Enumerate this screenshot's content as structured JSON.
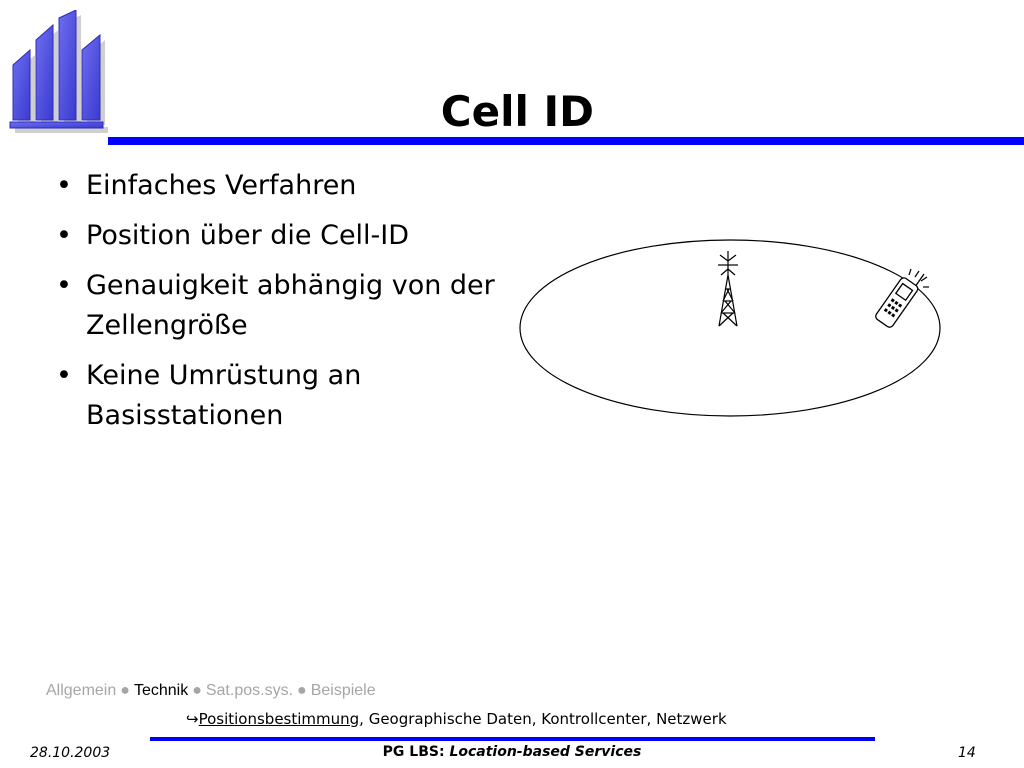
{
  "slide": {
    "title": "Cell ID",
    "bullets": [
      "Einfaches Verfahren",
      "Position über die Cell-ID",
      "Genauigkeit abhängig von der Zellengröße",
      "Keine Umrüstung an Basisstationen"
    ]
  },
  "nav": {
    "items": [
      "Allgemein",
      "Technik",
      "Sat.pos.sys.",
      "Beispiele"
    ],
    "separator": "●",
    "active": "Technik"
  },
  "subnav": {
    "arrow": "↪",
    "active": "Positionsbestimmung",
    "rest": ", Geographische Daten, Kontrollcenter, Netzwerk"
  },
  "footer": {
    "date": "28.10.2003",
    "title_prefix": "PG LBS: ",
    "title_sub": "Location-based Services",
    "page": "14"
  },
  "colors": {
    "accent": "#0000ff",
    "logo": "#5a5ae6",
    "nav_inactive": "#a6a6a6"
  },
  "icons": {
    "logo": "university-logo",
    "tower": "cell-tower-icon",
    "phone": "mobile-phone-icon"
  }
}
